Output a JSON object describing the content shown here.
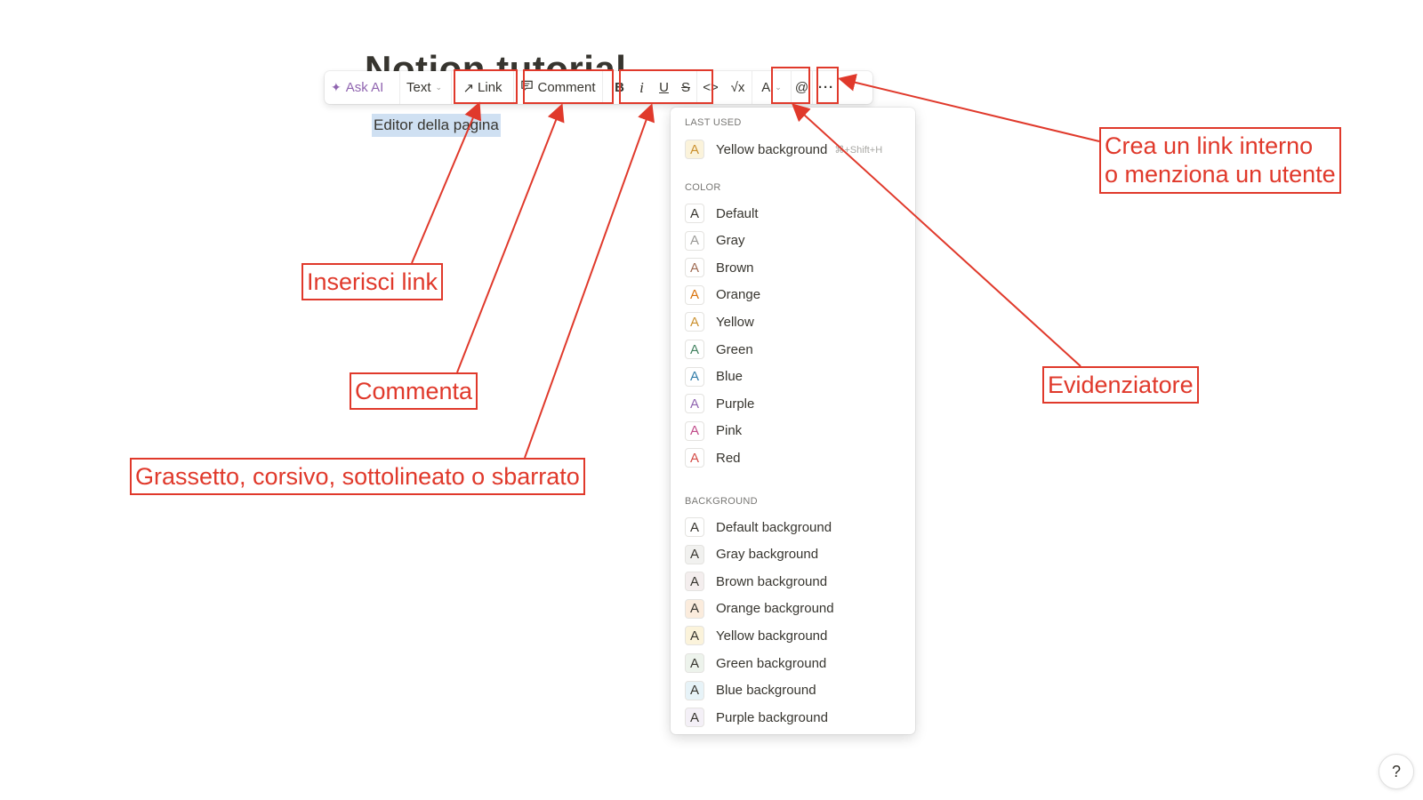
{
  "page": {
    "title": "Notion tutorial",
    "selected_text": "Editor della pagina"
  },
  "toolbar": {
    "ask_ai": "Ask AI",
    "text": "Text",
    "link": "Link",
    "comment": "Comment",
    "bold": "B",
    "italic": "i",
    "underline": "U",
    "strike": "S",
    "code": "<>",
    "math": "√x",
    "color": "A",
    "mention": "@",
    "more": "···"
  },
  "dropdown": {
    "last_used_label": "LAST USED",
    "last_used": {
      "label": "Yellow background",
      "shortcut": "⌘+Shift+H",
      "color": "#cb912f",
      "bg": "#fbf3db"
    },
    "color_label": "COLOR",
    "colors": [
      {
        "label": "Default",
        "color": "#37352f"
      },
      {
        "label": "Gray",
        "color": "#9b9a97"
      },
      {
        "label": "Brown",
        "color": "#9f6b53"
      },
      {
        "label": "Orange",
        "color": "#d9730d"
      },
      {
        "label": "Yellow",
        "color": "#cb912f"
      },
      {
        "label": "Green",
        "color": "#448361"
      },
      {
        "label": "Blue",
        "color": "#337ea9"
      },
      {
        "label": "Purple",
        "color": "#9065b0"
      },
      {
        "label": "Pink",
        "color": "#c14c8a"
      },
      {
        "label": "Red",
        "color": "#d44c47"
      }
    ],
    "background_label": "BACKGROUND",
    "backgrounds": [
      {
        "label": "Default background",
        "bg": "#ffffff"
      },
      {
        "label": "Gray background",
        "bg": "#f1f1ef"
      },
      {
        "label": "Brown background",
        "bg": "#f4eeee"
      },
      {
        "label": "Orange background",
        "bg": "#fbecdd"
      },
      {
        "label": "Yellow background",
        "bg": "#fbf3db"
      },
      {
        "label": "Green background",
        "bg": "#edf3ec"
      },
      {
        "label": "Blue background",
        "bg": "#e7f3f8"
      },
      {
        "label": "Purple background",
        "bg": "#f4f0f7"
      }
    ]
  },
  "annotations": {
    "link": "Inserisci link",
    "comment": "Commenta",
    "format": "Grassetto, corsivo, sottolineato o sbarrato",
    "highlight": "Evidenziatore",
    "mention_line1": "Crea un link interno",
    "mention_line2": "o menziona un utente",
    "color": "#e0392b"
  },
  "help": "?"
}
